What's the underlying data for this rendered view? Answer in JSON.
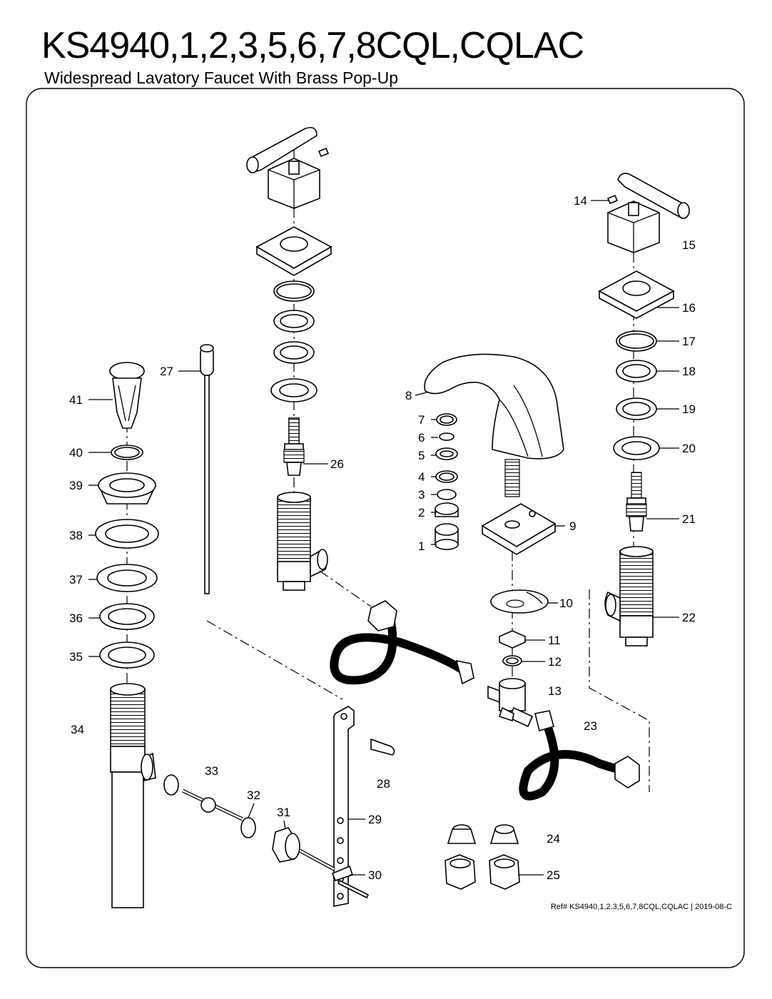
{
  "header": {
    "title": "KS4940,1,2,3,5,6,7,8CQL,CQLAC",
    "subtitle": "Widespread Lavatory Faucet With Brass Pop-Up"
  },
  "footer": {
    "reference": "Ref# KS4940,1,2,3,5,6,7,8CQL,CQLAC | 2019-08-C"
  },
  "part_numbers": [
    "1",
    "2",
    "3",
    "4",
    "5",
    "6",
    "7",
    "8",
    "9",
    "10",
    "11",
    "12",
    "13",
    "14",
    "15",
    "16",
    "17",
    "18",
    "19",
    "20",
    "21",
    "22",
    "23",
    "24",
    "25",
    "26",
    "27",
    "28",
    "29",
    "30",
    "31",
    "32",
    "33",
    "34",
    "35",
    "36",
    "37",
    "38",
    "39",
    "40",
    "41"
  ]
}
